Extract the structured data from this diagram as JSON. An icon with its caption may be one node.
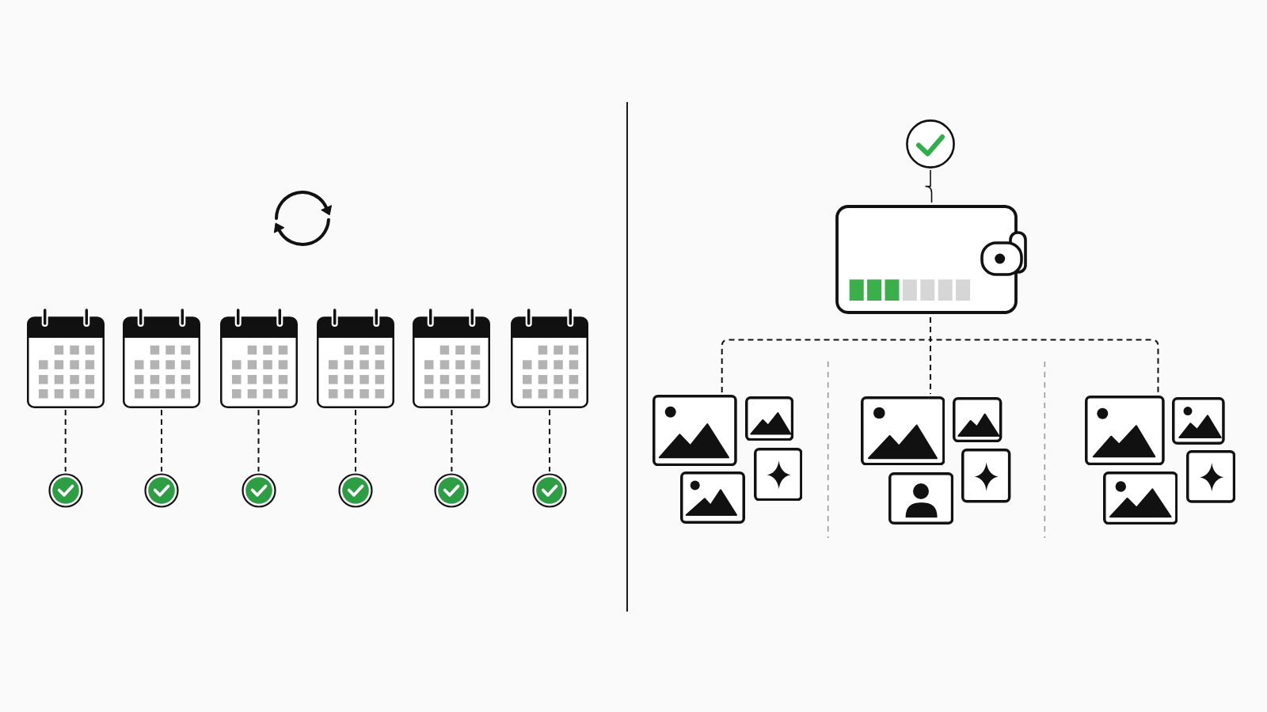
{
  "diagram": {
    "nodes": [
      {
        "text": [],
        "shape": "picture"
      },
      {
        "text": [],
        "shape": "picture"
      },
      {
        "text": [],
        "shape": "picture"
      },
      {
        "text": [],
        "shape": "picture"
      },
      {
        "text": [],
        "shape": "picture"
      },
      {
        "text": [],
        "shape": "picture"
      },
      {
        "text": [],
        "shape": "circle"
      },
      {
        "text": [],
        "shape": "circle"
      },
      {
        "text": [],
        "shape": "circle"
      },
      {
        "text": [],
        "shape": "circle"
      },
      {
        "text": [],
        "shape": "circle"
      },
      {
        "text": [],
        "shape": "circle"
      },
      {
        "text": [],
        "shape": "circle"
      },
      {
        "text": [],
        "shape": "picture"
      },
      {
        "text": [],
        "shape": "picture"
      },
      {
        "text": [],
        "shape": "picture"
      },
      {
        "text": [],
        "shape": "picture"
      }
    ],
    "edges": [
      {
        "from": 0,
        "to": 6,
        "arrow": "none",
        "style": "dashed"
      },
      {
        "from": 1,
        "to": 7,
        "arrow": "none",
        "style": "dashed"
      },
      {
        "from": 2,
        "to": 8,
        "arrow": "none",
        "style": "dashed"
      },
      {
        "from": 3,
        "to": 9,
        "arrow": "none",
        "style": "dashed"
      },
      {
        "from": 4,
        "to": 10,
        "arrow": "none",
        "style": "dashed"
      },
      {
        "from": 5,
        "to": 11,
        "arrow": "none",
        "style": "dashed"
      },
      {
        "from": 12,
        "to": 13,
        "arrow": "none"
      },
      {
        "from": 13,
        "to": 14,
        "arrow": "none",
        "style": "dashed"
      },
      {
        "from": 13,
        "to": 15,
        "arrow": "none",
        "style": "dashed"
      },
      {
        "from": 13,
        "to": 16,
        "arrow": "none",
        "style": "dashed"
      }
    ]
  }
}
